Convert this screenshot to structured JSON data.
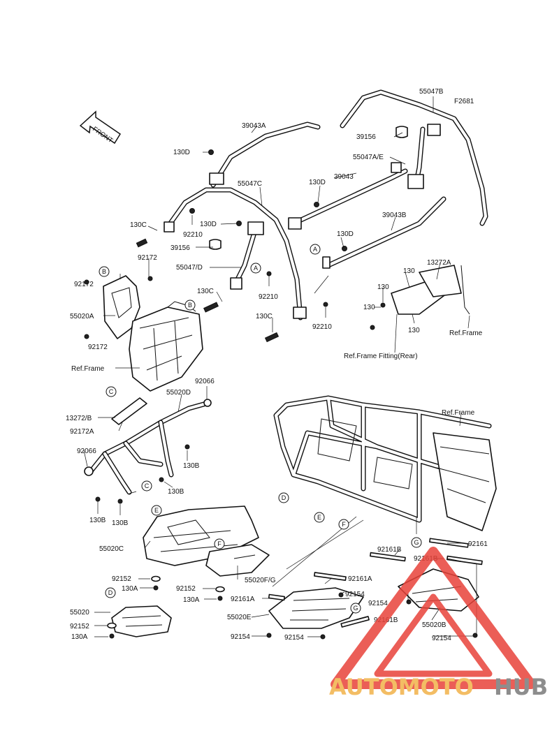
{
  "figure_code": "F2681",
  "front_label": "FRONT",
  "callout_letters": [
    "A",
    "B",
    "C",
    "D",
    "E",
    "F",
    "G"
  ],
  "labels": {
    "p39043A": "39043A",
    "p130D_1": "130D",
    "p55047B": "55047B",
    "p39156_1": "39156",
    "p55047AE": "55047A/E",
    "p130D_2": "130D",
    "p39043": "39043",
    "p55047C": "55047C",
    "p130C_1": "130C",
    "p92210_1": "92210",
    "p130D_3": "130D",
    "p39043B": "39043B",
    "p130D_4": "130D",
    "p39156_2": "39156",
    "p55047D": "55047/D",
    "p92172_1": "92172",
    "p92172_2": "92172",
    "p55020A": "55020A",
    "p92172_3": "92172",
    "p130C_2": "130C",
    "p92210_2": "92210",
    "p130C_3": "130C",
    "p92210_3": "92210",
    "p13272A": "13272A",
    "p130_1": "130",
    "p130_2": "130",
    "p130_3": "130",
    "p130_4": "130",
    "ref_frame_1": "Ref.Frame",
    "ref_frame_fitting": "Ref.Frame Fitting(Rear)",
    "ref_frame_2": "Ref.Frame",
    "p92066_1": "92066",
    "p55020D": "55020D",
    "p13272B": "13272/B",
    "p92172A": "92172A",
    "ref_frame_3": "Ref.Frame",
    "p92066_2": "92066",
    "p130B_1": "130B",
    "p130B_2": "130B",
    "p130B_3": "130B",
    "p130B_4": "130B",
    "p55020C": "55020C",
    "p92152_1": "92152",
    "p130A_1": "130A",
    "p92152_2": "92152",
    "p55020FG": "55020F/G",
    "p130A_2": "130A",
    "p55020": "55020",
    "p92152_3": "92152",
    "p130A_3": "130A",
    "p92161B_1": "92161B",
    "p92161": "92161",
    "p92161B_2": "92161B",
    "p92161A_1": "92161A",
    "p92154_1": "92154",
    "p92161A_2": "92161A",
    "p92154_2": "92154",
    "p55020E": "55020E",
    "p92161B_3": "92161B",
    "p55020B": "55020B",
    "p92154_3": "92154",
    "p92154_4": "92154",
    "p92154_5": "92154"
  },
  "watermark": {
    "part1": "AUTOMOTO",
    "part2": "HUB",
    "color1": "#f2b24a",
    "color2": "#7a7a7a",
    "triangle_color": "#e8433a"
  }
}
